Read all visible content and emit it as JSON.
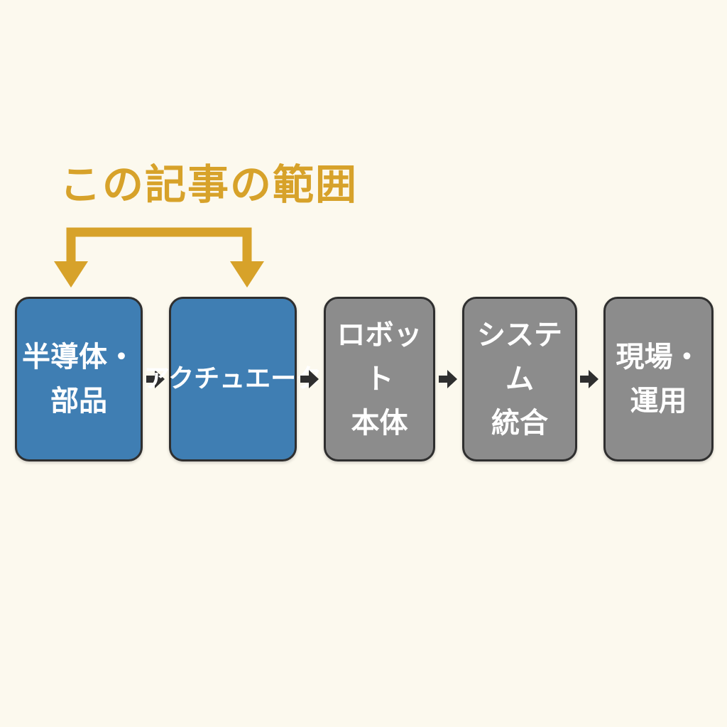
{
  "scope": {
    "label": "この記事の範囲",
    "color": "#d7a22a"
  },
  "steps": [
    {
      "label": "半導体・\n部品",
      "in_scope": true
    },
    {
      "label": "アクチュエータ",
      "in_scope": true
    },
    {
      "label": "ロボット\n本体",
      "in_scope": false
    },
    {
      "label": "システム\n統合",
      "in_scope": false
    },
    {
      "label": "現場・\n運用",
      "in_scope": false
    }
  ],
  "colors": {
    "background": "#fcf9ee",
    "in_scope_box": "#3f7eb3",
    "out_scope_box": "#8c8c8c",
    "arrow": "#2f2f2f"
  }
}
